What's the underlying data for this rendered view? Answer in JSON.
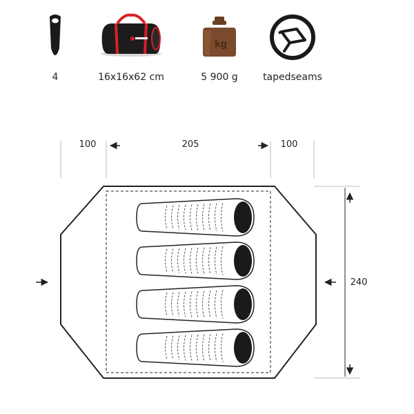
{
  "specs": {
    "persons": {
      "value": "4",
      "icon": "sleeping-bag-icon"
    },
    "pack_size": {
      "value": "16x16x62 cm",
      "icon": "duffel-bag-icon"
    },
    "weight": {
      "value": "5 900 g",
      "icon": "weight-kg-icon",
      "icon_text": "kg"
    },
    "seams": {
      "value": "tapedseams",
      "icon": "taped-seams-icon"
    }
  },
  "dimensions": {
    "left_vestibule": "100",
    "inner_length": "205",
    "right_vestibule": "100",
    "width": "240"
  },
  "sleeping_bags": 4,
  "colors": {
    "line": "#222222",
    "bag_red": "#d91f26",
    "weight_brown": "#7a4a2c"
  }
}
